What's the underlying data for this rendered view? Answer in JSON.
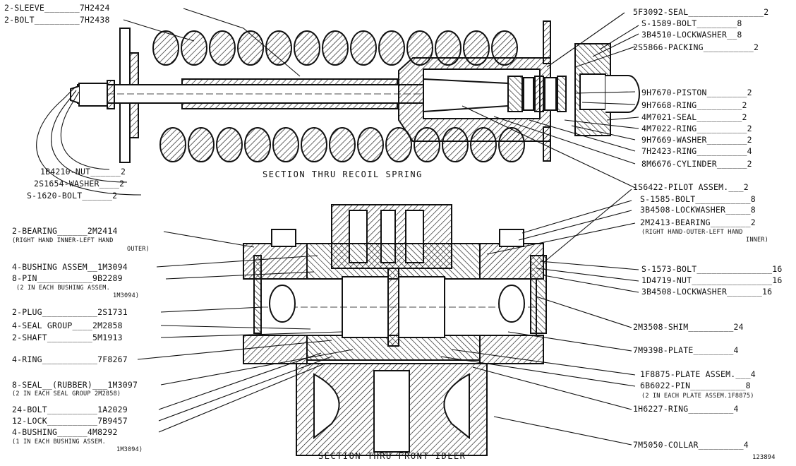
{
  "titles": {
    "recoil": "SECTION THRU RECOIL SPRING",
    "idler": "SECTION THRU FRONT IDLER"
  },
  "figure_number": "123894",
  "recoil_left": [
    "2-SLEEVE_______7H2424",
    "2-BOLT_________7H2438",
    "1B4210-NUT______2",
    "2S1654-WASHER____2",
    "S-1620-BOLT______2"
  ],
  "recoil_right": [
    "5F3092-SEAL_______________2",
    "S-1589-BOLT________8",
    "3B4510-LOCKWASHER__8",
    "2S5866-PACKING__________2",
    "9H7670-PISTON________2",
    "9H7668-RING_________2",
    "4M7021-SEAL_________2",
    "4M7022-RING__________2",
    "9H7669-WASHER________2",
    "7H2423-RING__________4",
    "8M6676-CYLINDER______2"
  ],
  "idler_right": [
    "1S6422-PILOT ASSEM.___2",
    "S-1585-BOLT___________8",
    "3B4508-LOCKWASHER_____8",
    "2M2413-BEARING________2",
    "(RIGHT HAND-OUTER-LEFT HAND",
    "INNER)",
    "S-1573-BOLT_______________16",
    "1D4719-NUT________________16",
    "3B4508-LOCKWASHER_______16",
    "2M3508-SHIM_________24",
    "7M9398-PLATE________4",
    "1F8875-PLATE ASSEM.___4",
    "6B6022-PIN___________8",
    "(2 IN EACH PLATE ASSEM.1F8875)",
    "1H6227-RING_________4",
    "7M5050-COLLAR_________4"
  ],
  "idler_left": [
    "2-BEARING______2M2414",
    "(RIGHT HAND INNER-LEFT HAND",
    "OUTER)",
    "4-BUSHING ASSEM__1M3094",
    "8-PIN___________9B2289",
    "(2 IN EACH BUSHING ASSEM.",
    "1M3094)",
    "2-PLUG___________2S1731",
    "4-SEAL GROUP____2M2858",
    "2-SHAFT_________5M1913",
    "4-RING___________7F8267",
    "8-SEAL__(RUBBER)___1M3097",
    "(2 IN EACH SEAL GROUP 2M2858)",
    "24-BOLT__________1A2029",
    "12-LOCK__________7B9457",
    "4-BUSHING______4M8292",
    "(1 IN EACH BUSHING ASSEM.",
    "1M3094)"
  ]
}
